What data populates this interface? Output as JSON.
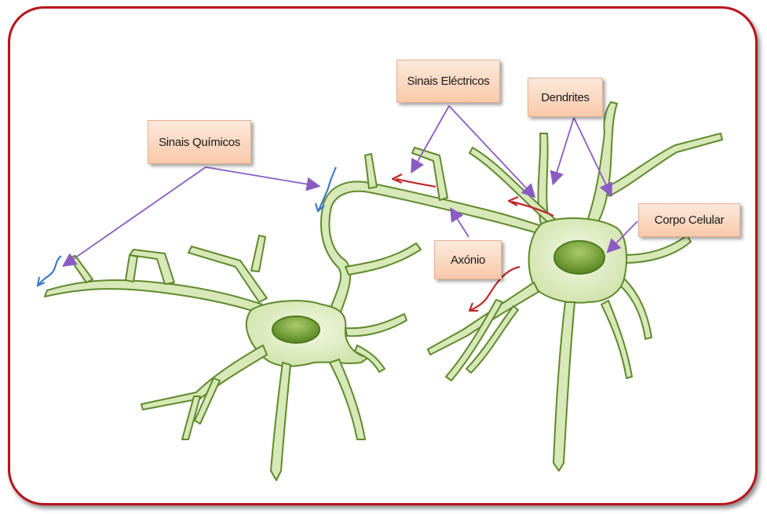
{
  "labels": {
    "sinais_quimicos": "Sinais Químicos",
    "sinais_electricos": "Sinais Eléctricos",
    "dendrites": "Dendrites",
    "corpo_celular": "Corpo Celular",
    "axonio": "Axónio"
  },
  "colors": {
    "frame_border": "#b7121b",
    "neuron_fill": "#d8e8b8",
    "neuron_stroke": "#5f8a2c",
    "nucleus": "#76a23a",
    "pointer_line": "#8a5cc2",
    "electrical_signal": "#c0282a",
    "chemical_signal": "#2f6fc7"
  }
}
